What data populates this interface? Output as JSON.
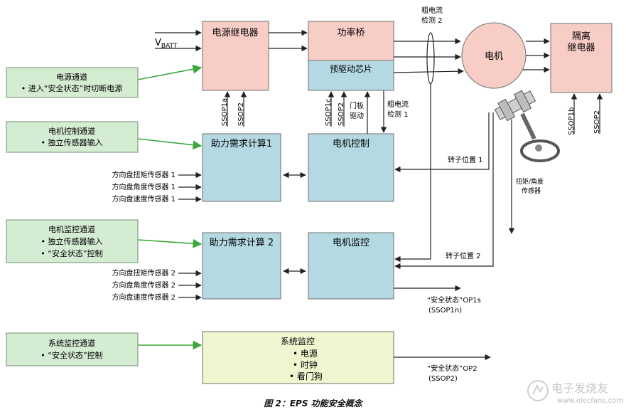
{
  "figure": {
    "caption": "图 2：EPS 功能安全概念"
  },
  "boxes": {
    "power_relay": "电源继电器",
    "power_bridge": "功率桥",
    "pre_driver": "预驱动芯片",
    "motor": "电机",
    "iso_relay_1": "隔离",
    "iso_relay_2": "继电器",
    "assist_calc_1": "助力需求计算1",
    "motor_control": "电机控制",
    "assist_calc_2": "助力需求计算 2",
    "motor_monitor": "电机监控",
    "sys_monitor_title": "系统监控",
    "sys_monitor_item1": "• 电源",
    "sys_monitor_item2": "• 时钟",
    "sys_monitor_item3": "• 看门狗"
  },
  "callouts": {
    "power_channel_1": "电源通道",
    "power_channel_2": "• 进入“安全状态”时切断电源",
    "motor_ctrl_channel_1": "电机控制通道",
    "motor_ctrl_channel_2": "• 独立传感器输入",
    "motor_mon_channel_1": "电机监控通道",
    "motor_mon_channel_2": "• 独立传感器输入",
    "motor_mon_channel_3": "• “安全状态”控制",
    "sys_mon_channel_1": "系统监控通道",
    "sys_mon_channel_2": "• “安全状态”控制"
  },
  "labels": {
    "vbatt_v": "V",
    "vbatt_sub": "BATT",
    "ssop1a": "SSOP1a",
    "ssop2_a": "SSOP2",
    "ssop1c": "SSOP1c",
    "ssop2_b": "SSOP2",
    "ssop1b": "SSOP1b",
    "ssop2_c": "SSOP2",
    "gate_drive_1": "门极",
    "gate_drive_2": "驱动",
    "coarse_current_1a": "粗电流",
    "coarse_current_1b": "检测 1",
    "coarse_current_2a": "粗电流",
    "coarse_current_2b": "检测 2",
    "rotor_pos_1": "转子位置 1",
    "rotor_pos_2": "转子位置 2",
    "torque_angle_1": "扭矩/角度",
    "torque_angle_2": "传感器",
    "sensor1_torque": "方向盘扭矩传感器 1",
    "sensor1_angle": "方向盘角度传感器 1",
    "sensor1_speed": "方向盘速度传感器 1",
    "sensor2_torque": "方向盘扭矩传感器 2",
    "sensor2_angle": "方向盘角度传感器 2",
    "sensor2_speed": "方向盘速度传感器 2",
    "op1s_1": "“安全状态”OP1s",
    "op1s_2": "(SSOP1n)",
    "op2_1": "“安全状态”OP2",
    "op2_2": "(SSOP2)"
  },
  "watermark": {
    "main": "电子发烧友",
    "url": "www.elecfans.com"
  },
  "colors": {
    "pink": "#f8cdc6",
    "blue": "#b5d9e3",
    "cream": "#eef5cf",
    "callout_green": "#d4ecd2",
    "callout_arrow": "#3aa83a"
  }
}
